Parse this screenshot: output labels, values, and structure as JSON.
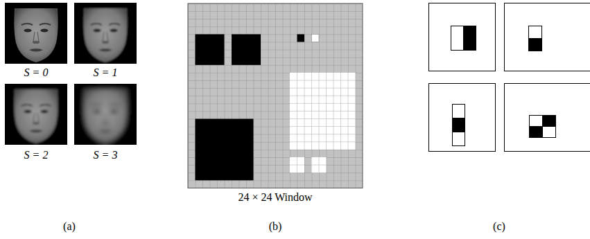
{
  "diagram": {
    "labels": [
      "S = 0",
      "S = 1",
      "S = 2",
      "S = 3",
      "24 × 24 Window",
      "(a)",
      "(b)",
      "(c)"
    ]
  }
}
